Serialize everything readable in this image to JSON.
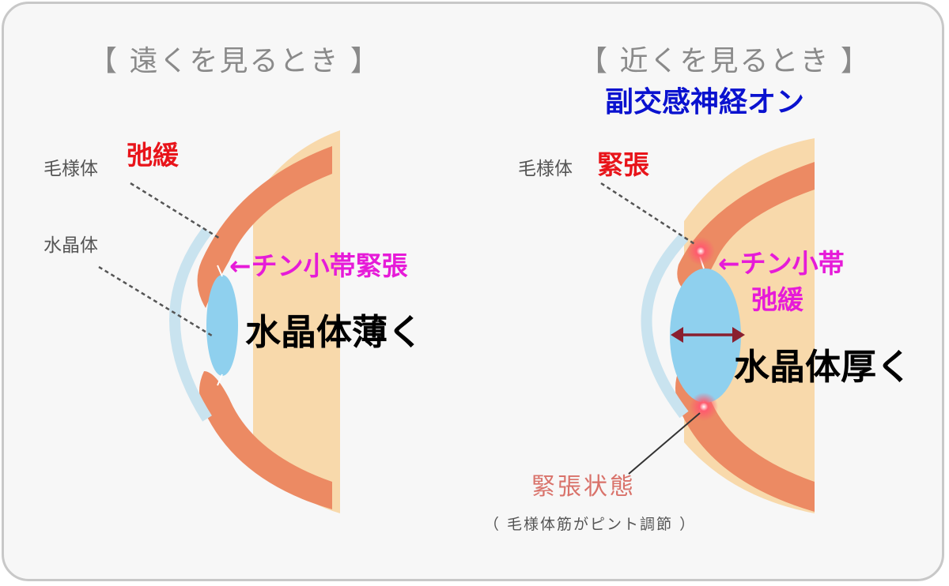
{
  "far": {
    "heading": "【 遠くを見るとき 】",
    "ciliary_label": "毛様体",
    "ciliary_state": "弛緩",
    "lens_label": "水晶体",
    "zonule_note": "←チン小帯緊張",
    "lens_result": "水晶体薄く"
  },
  "near": {
    "heading": "【 近くを見るとき 】",
    "nerve_note": "副交感神経オン",
    "ciliary_label": "毛様体",
    "ciliary_state": "緊張",
    "zonule_note_line1": "←チン小帯",
    "zonule_note_line2": "弛緩",
    "lens_result": "水晶体厚く",
    "state_label": "緊張状態",
    "state_note": "（ 毛様体筋がピント調節 ）"
  },
  "colors": {
    "sclera": "#f8d9ab",
    "ciliary": "#ec8a63",
    "cornea": "#c9e3ef",
    "lens": "#8fd0ee",
    "red_text": "#e8141a",
    "magenta_text": "#e61bd8",
    "blue_text": "#0a12cf",
    "arrow": "#8a1f2f"
  }
}
